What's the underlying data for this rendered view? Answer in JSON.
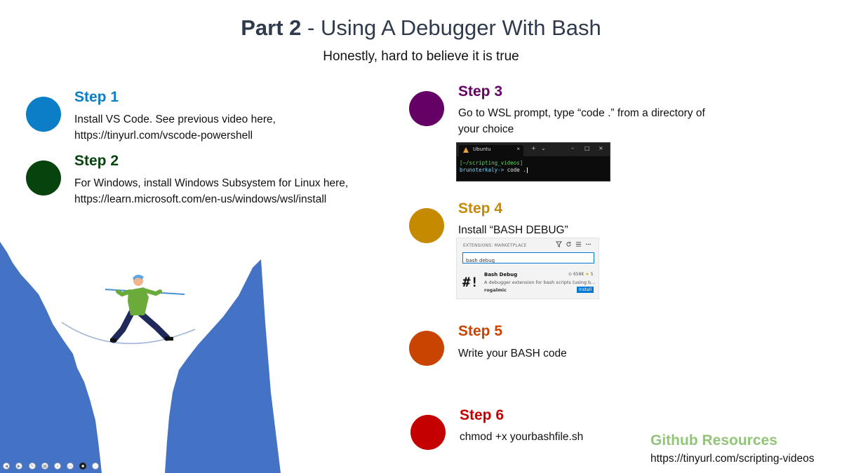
{
  "title": {
    "bold": "Part 2",
    "rest": " - Using A Debugger With Bash"
  },
  "subtitle": "Honestly, hard to believe it is true",
  "steps": [
    {
      "label": "Step 1",
      "color": "#0b7ec7",
      "lines": [
        "Install VS Code. See previous video here,",
        "https://tinyurl.com/vscode-powershell"
      ]
    },
    {
      "label": "Step 2",
      "color": "#07430d",
      "lines": [
        "For Windows, install Windows Subsystem for Linux here,",
        "https://learn.microsoft.com/en-us/windows/wsl/install"
      ]
    },
    {
      "label": "Step 3",
      "color": "#640066",
      "lines": [
        "Go to WSL prompt, type “code .” from a directory of",
        "your choice"
      ]
    },
    {
      "label": "Step 4",
      "color": "#c68a00",
      "lines": [
        "Install “BASH DEBUG”"
      ]
    },
    {
      "label": "Step 5",
      "color": "#c94301",
      "lines": [
        "Write your BASH code"
      ]
    },
    {
      "label": "Step 6",
      "color": "#c40000",
      "lines": [
        "chmod +x yourbashfile.sh"
      ]
    }
  ],
  "terminal": {
    "tab_label": "Ubuntu",
    "buttons": [
      "×",
      "+",
      "⌄",
      "–",
      "□",
      "×"
    ],
    "line1": "[~/scripting_videos]",
    "prompt": "brunoterkaly->",
    "command": " code ."
  },
  "marketplace": {
    "header": "EXTENSIONS: MARKETPLACE",
    "search_value": "bash debug",
    "logo": "#!",
    "name": "Bash Debug",
    "description": "A debugger extension for bash scripts (using b...",
    "publisher": "rogalmic",
    "downloads": "658K",
    "rating": "5",
    "install_label": "Install"
  },
  "github": {
    "title": "Github Resources",
    "url": "https://tinyurl.com/scripting-videos"
  },
  "colors": {
    "mountain": "#4472c4",
    "shirt": "#6aab3a",
    "pants": "#1f2a5a",
    "pole": "#4a8fd6",
    "hair": "#5aa6e6",
    "skin": "#f2b48a"
  }
}
